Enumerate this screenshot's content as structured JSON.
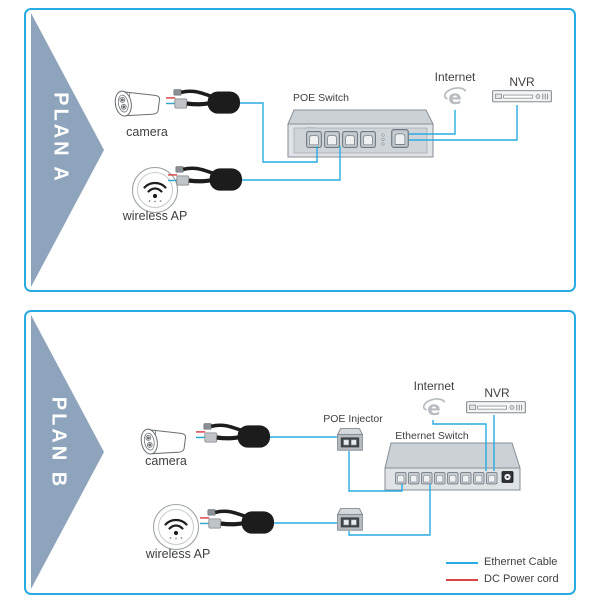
{
  "colors": {
    "panel_border": "#29ABE2",
    "ethernet_cable": "#29ABE2",
    "dc_power_cord": "#DD4343",
    "plan_arrow": "#8EA4BC",
    "label_text": "#3F3F3F"
  },
  "plan_a": {
    "name": "PLAN A",
    "devices": {
      "camera": "camera",
      "wireless_ap": "wireless AP",
      "switch": "POE Switch",
      "internet": "Internet",
      "nvr": "NVR"
    },
    "switch_ports": 5
  },
  "plan_b": {
    "name": "PLAN B",
    "devices": {
      "camera": "camera",
      "wireless_ap": "wireless AP",
      "injector": "POE Injector",
      "switch": "Ethernet Switch",
      "internet": "Internet",
      "nvr": "NVR"
    },
    "switch_ports": 8
  },
  "legend": {
    "items": [
      {
        "label": "Ethernet Cable",
        "color": "#29ABE2"
      },
      {
        "label": "DC Power cord",
        "color": "#DD4343"
      }
    ]
  },
  "icons": {
    "camera": "bullet-camera",
    "wireless_ap": "wifi-circle",
    "internet": "e-browser-swoosh",
    "splitter": "poe-splitter-cable",
    "port": "rj45-port"
  }
}
